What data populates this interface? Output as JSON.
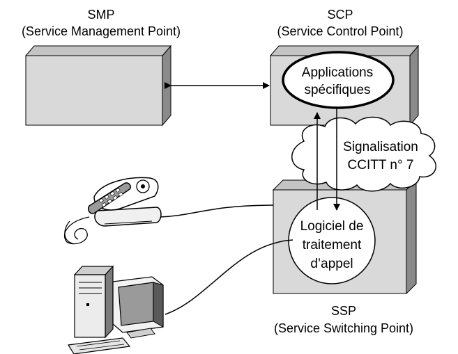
{
  "smp": {
    "line1": "SMP",
    "line2": "(Service Management Point)"
  },
  "scp": {
    "line1": "SCP",
    "line2": "(Service Control Point)"
  },
  "ssp": {
    "line1": "SSP",
    "line2": "(Service Switching Point)"
  },
  "applications": {
    "line1": "Applications",
    "line2": "spécifiques"
  },
  "signalisation": {
    "line1": "Signalisation",
    "line2": "CCITT n° 7"
  },
  "logiciel": {
    "line1": "Logiciel de",
    "line2": "traitement",
    "line3": "d’appel"
  }
}
